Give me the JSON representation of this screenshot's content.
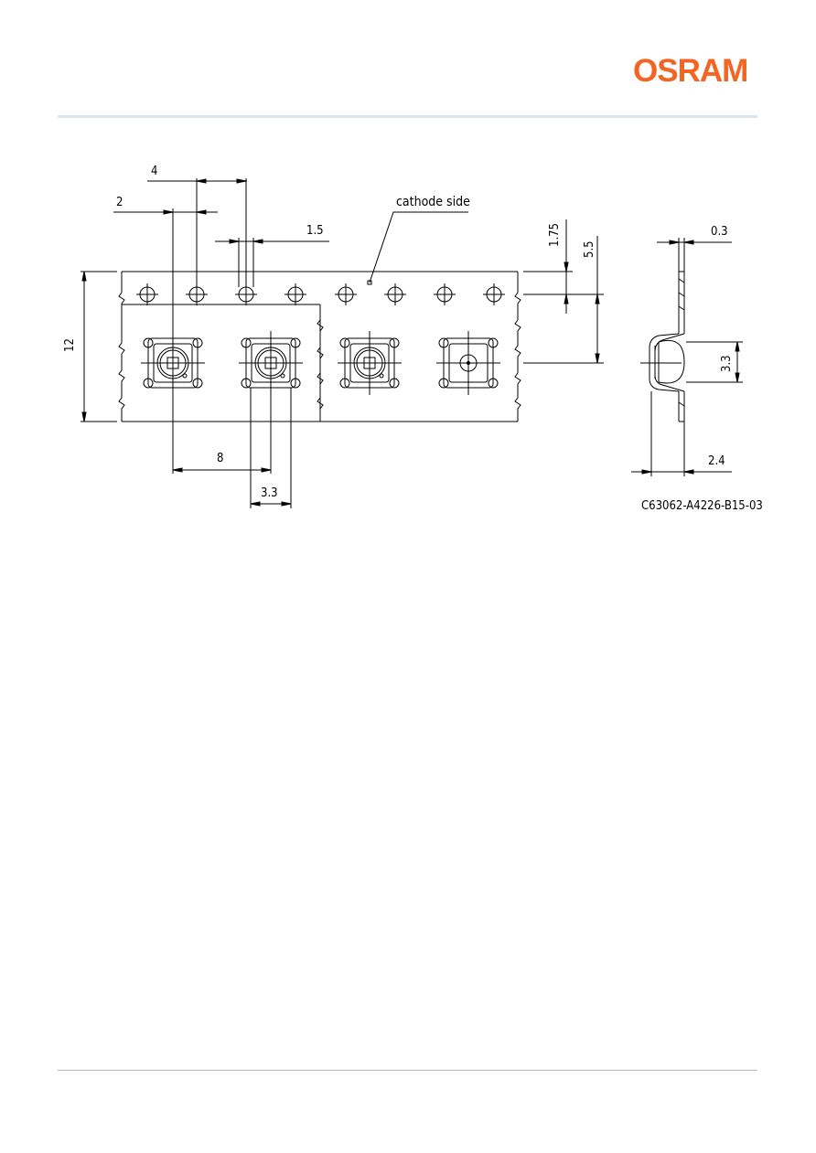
{
  "header": {
    "logo_text": "OSRAM",
    "logo_color": "#f26522",
    "rule_color": "#dbe5ee"
  },
  "drawing": {
    "labels": {
      "pitch_hole": "4",
      "hole_offset": "2",
      "hole_diameter": "1.5",
      "cathode": "cathode side",
      "edge_to_hole": "1.75",
      "hole_to_center": "5.5",
      "tape_width": "12",
      "pocket_pitch": "8",
      "pocket_width": "3.3",
      "tape_thickness": "0.3",
      "pocket_depth": "3.3",
      "pocket_height": "2.4"
    },
    "drawing_id": "C63062-A4226-B15-03"
  }
}
